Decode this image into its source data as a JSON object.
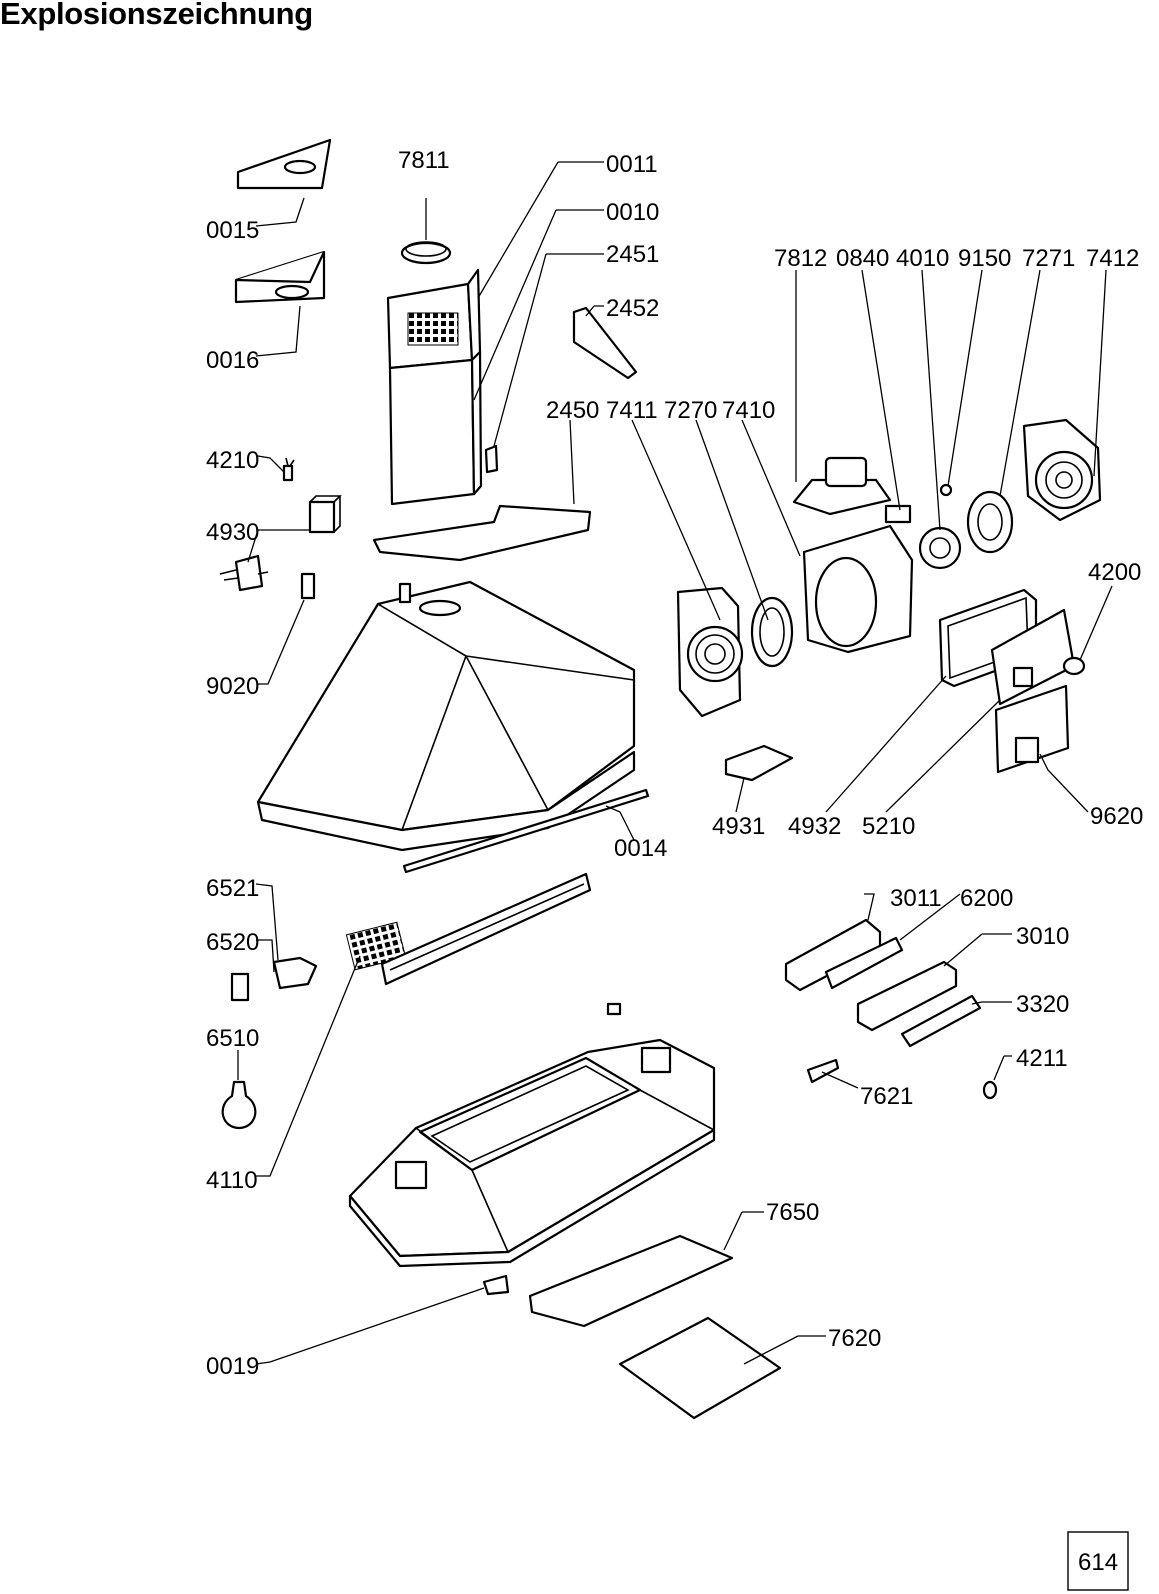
{
  "title": "Explosionszeichnung",
  "page_number": "614",
  "labels": {
    "p7811": "7811",
    "p0011": "0011",
    "p0010": "0010",
    "p2451": "2451",
    "p2452": "2452",
    "p0015": "0015",
    "p0016": "0016",
    "p4210": "4210",
    "p4930": "4930",
    "p9020": "9020",
    "p2450": "2450",
    "p7411": "7411",
    "p7270": "7270",
    "p7410": "7410",
    "p7812": "7812",
    "p0840": "0840",
    "p4010": "4010",
    "p9150": "9150",
    "p7271": "7271",
    "p7412": "7412",
    "p4200": "4200",
    "p4931": "4931",
    "p4932": "4932",
    "p5210": "5210",
    "p9620": "9620",
    "p0014": "0014",
    "p6521": "6521",
    "p6520": "6520",
    "p6510": "6510",
    "p4110": "4110",
    "p3011": "3011",
    "p6200": "6200",
    "p3010": "3010",
    "p3320": "3320",
    "p4211": "4211",
    "p7621": "7621",
    "p7650": "7650",
    "p7620": "7620",
    "p0019": "0019"
  }
}
